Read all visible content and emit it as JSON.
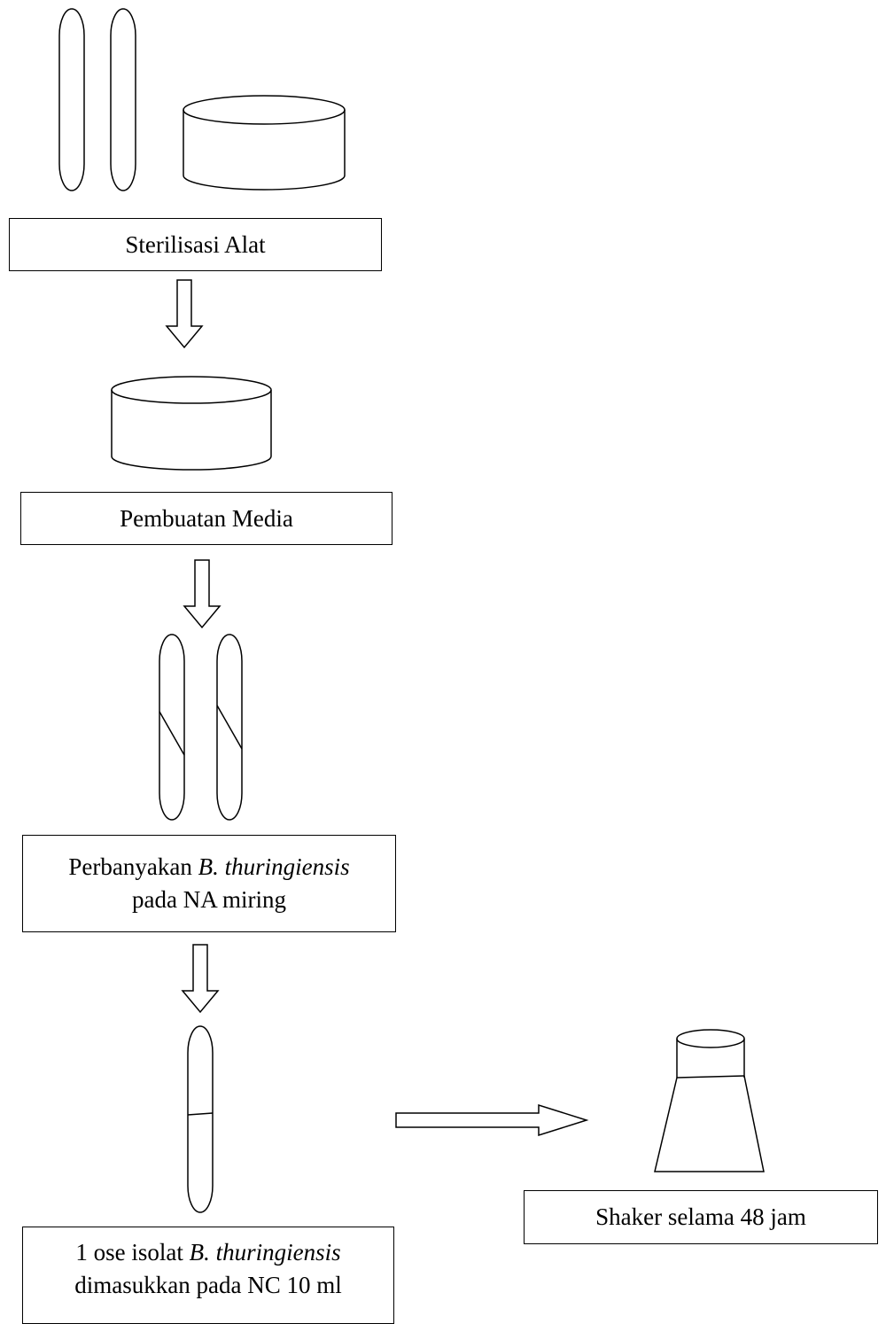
{
  "steps": {
    "sterilisasi": {
      "label": "Sterilisasi Alat"
    },
    "pembuatan": {
      "label": "Pembuatan Media"
    },
    "perbanyakan": {
      "line1_prefix": "Perbanyakan ",
      "line1_italic": "B. thuringiensis",
      "line2": "pada NA miring"
    },
    "ose": {
      "line1_prefix": "1 ose isolat ",
      "line1_italic": "B. thuringiensis",
      "line2": "dimasukkan pada NC 10 ml"
    },
    "shaker": {
      "label": "Shaker selama 48 jam"
    }
  },
  "icons": [
    "test-tube-icon",
    "petri-dish-icon",
    "slant-tube-icon",
    "broth-tube-icon",
    "flask-icon",
    "hollow-arrow-icon"
  ]
}
